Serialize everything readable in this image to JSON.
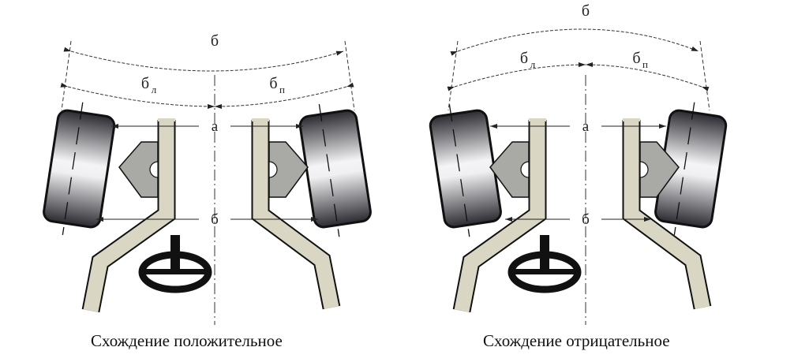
{
  "panels": [
    {
      "caption": "Схождение положительное",
      "toe": "in",
      "labels": {
        "total": "б",
        "left": "б",
        "left_sub": "л",
        "right": "б",
        "right_sub": "п",
        "front": "а",
        "rear": "б"
      }
    },
    {
      "caption": "Схождение отрицательное",
      "toe": "out",
      "labels": {
        "total": "б",
        "left": "б",
        "left_sub": "л",
        "right": "б",
        "right_sub": "п",
        "front": "а",
        "rear": "б"
      }
    }
  ],
  "colors": {
    "rail": "#d9d7c3",
    "knuckle": "#a9a9a6",
    "line": "#222222"
  }
}
